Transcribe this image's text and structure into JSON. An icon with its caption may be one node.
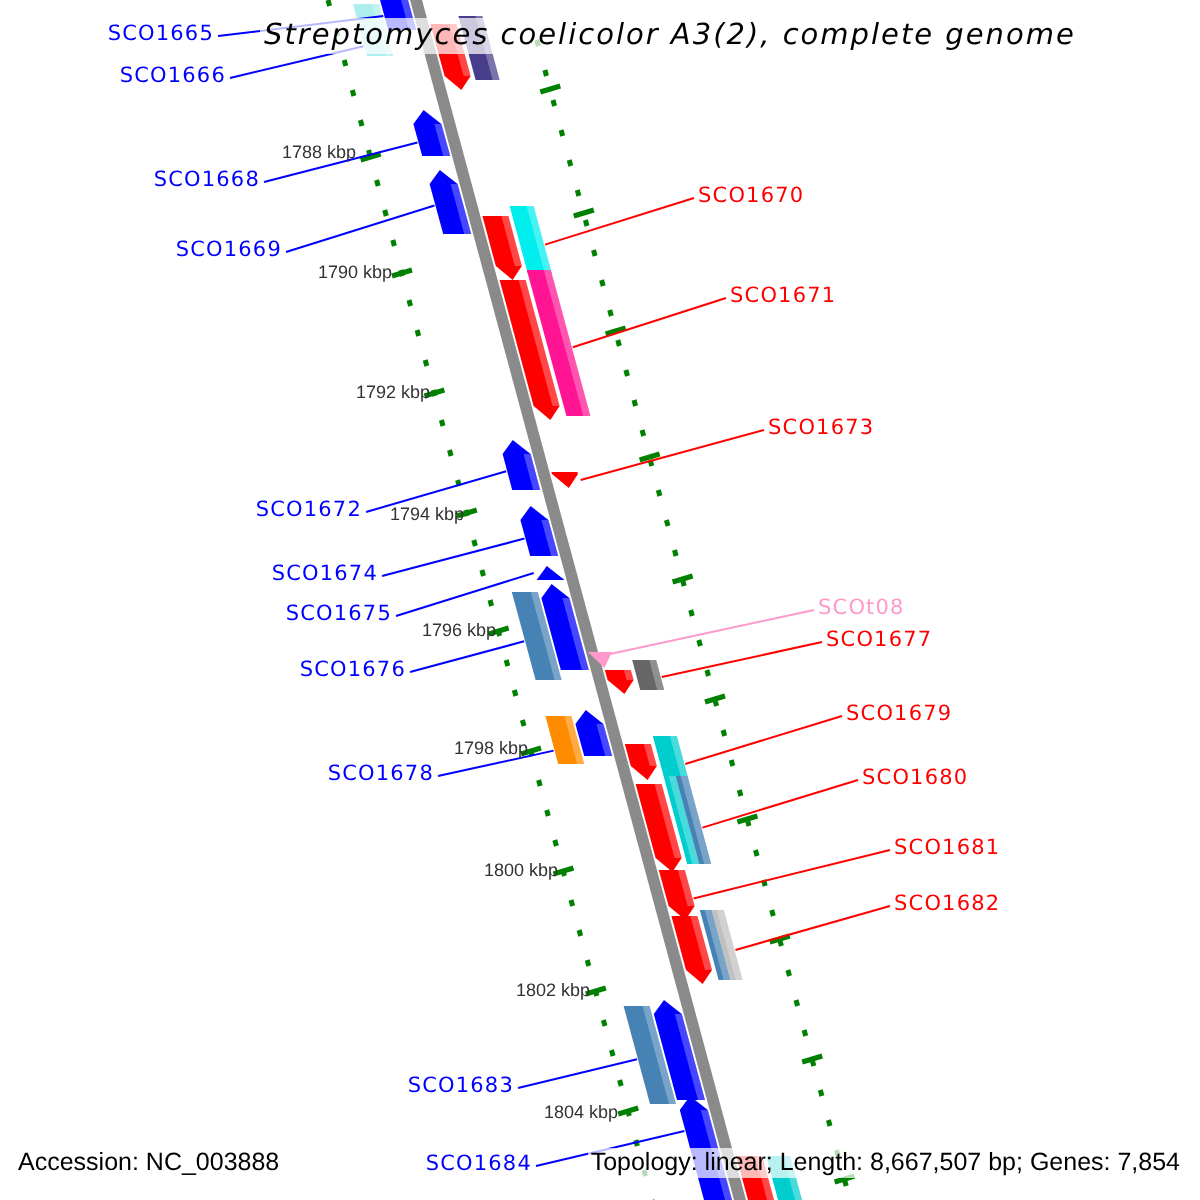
{
  "diagram": {
    "title": "Streptomyces coelicolor A3(2), complete genome",
    "nodes": [
      {
        "text": [
          "SCO1665"
        ]
      },
      {
        "text": [
          "SCO1666"
        ]
      },
      {
        "text": [
          "SCO1668"
        ]
      },
      {
        "text": [
          "SCO1670"
        ]
      },
      {
        "text": [
          "SCO1669"
        ]
      },
      {
        "text": [
          "SCO1671"
        ]
      },
      {
        "text": [
          "SCO1673"
        ]
      },
      {
        "text": [
          "SCO1672"
        ]
      },
      {
        "text": [
          "SCO1674"
        ]
      },
      {
        "text": [
          "SCOt08"
        ]
      },
      {
        "text": [
          "SCO1675"
        ]
      },
      {
        "text": [
          "SCO1677"
        ]
      },
      {
        "text": [
          "SCO1676"
        ]
      },
      {
        "text": [
          "SCO1679"
        ]
      },
      {
        "text": [
          "SCO1678"
        ]
      },
      {
        "text": [
          "SCO1680"
        ]
      },
      {
        "text": [
          "SCO1681"
        ]
      },
      {
        "text": [
          "SCO1682"
        ]
      },
      {
        "text": [
          "SCO1683"
        ]
      },
      {
        "text": [
          "SCO1684"
        ]
      },
      {
        "text": [],
        "shape": "arrow"
      },
      {
        "text": [],
        "shape": "box"
      },
      {
        "text": [],
        "shape": "box"
      },
      {
        "text": [],
        "shape": "arrow"
      },
      {
        "text": [],
        "shape": "arrow"
      },
      {
        "text": [],
        "shape": "arrow"
      },
      {
        "text": [],
        "shape": "box"
      },
      {
        "text": [],
        "shape": "arrow"
      },
      {
        "text": [],
        "shape": "box"
      },
      {
        "text": [],
        "shape": "arrow"
      },
      {
        "text": [],
        "shape": "arrow"
      },
      {
        "text": [],
        "shape": "arrow"
      },
      {
        "text": [],
        "shape": "arrow"
      },
      {
        "text": [],
        "shape": "arrow"
      },
      {
        "text": [],
        "shape": "arrow"
      },
      {
        "text": [],
        "shape": "box"
      },
      {
        "text": [],
        "shape": "triangle"
      },
      {
        "text": [],
        "shape": "box"
      },
      {
        "text": [],
        "shape": "arrow"
      },
      {
        "text": [],
        "shape": "arrow"
      },
      {
        "text": [],
        "shape": "box"
      },
      {
        "text": [],
        "shape": "box"
      },
      {
        "text": [],
        "shape": "arrow"
      },
      {
        "text": [],
        "shape": "box"
      },
      {
        "text": [],
        "shape": "box"
      },
      {
        "text": [],
        "shape": "arrow"
      },
      {
        "text": [],
        "shape": "arrow"
      },
      {
        "text": [],
        "shape": "box"
      },
      {
        "text": [],
        "shape": "box"
      },
      {
        "text": [],
        "shape": "arrow"
      },
      {
        "text": [],
        "shape": "arrow"
      },
      {
        "text": [],
        "shape": "box"
      },
      {
        "text": [],
        "shape": "arrow"
      },
      {
        "text": [],
        "shape": "arrow"
      },
      {
        "text": [],
        "shape": "box"
      }
    ],
    "edges": [
      {
        "from": 0,
        "to": 20,
        "arrow": "none"
      },
      {
        "from": 1,
        "to": 21,
        "arrow": "none"
      },
      {
        "from": 2,
        "to": 24,
        "arrow": "none"
      },
      {
        "from": 3,
        "to": 26,
        "arrow": "none",
        "color": "#ff0000"
      },
      {
        "from": 4,
        "to": 25,
        "arrow": "none"
      },
      {
        "from": 5,
        "to": 28,
        "arrow": "none",
        "color": "#ff0000"
      },
      {
        "from": 6,
        "to": 31,
        "arrow": "none",
        "color": "#ff0000"
      },
      {
        "from": 7,
        "to": 30,
        "arrow": "none"
      },
      {
        "from": 8,
        "to": 32,
        "arrow": "none"
      },
      {
        "from": 9,
        "to": 36,
        "arrow": "none",
        "color": "#ff99cc"
      },
      {
        "from": 10,
        "to": 33,
        "arrow": "none"
      },
      {
        "from": 11,
        "to": 37,
        "arrow": "none",
        "color": "#ff0000"
      },
      {
        "from": 12,
        "to": 35,
        "arrow": "none"
      },
      {
        "from": 13,
        "to": 41,
        "arrow": "none",
        "color": "#ff0000"
      },
      {
        "from": 14,
        "to": 40,
        "arrow": "none"
      },
      {
        "from": 15,
        "to": 44,
        "arrow": "none",
        "color": "#ff0000"
      },
      {
        "from": 16,
        "to": 46,
        "arrow": "none",
        "color": "#ff0000"
      },
      {
        "from": 17,
        "to": 48,
        "arrow": "none",
        "color": "#ff0000"
      },
      {
        "from": 18,
        "to": 51,
        "arrow": "none"
      },
      {
        "from": 19,
        "to": 52,
        "arrow": "none"
      }
    ],
    "labels": [
      "1788 kbp",
      "1790 kbp",
      "1792 kbp",
      "1794 kbp",
      "1796 kbp",
      "1798 kbp",
      "1800 kbp",
      "1802 kbp",
      "1804 kbp",
      "Accession: NC_003888",
      "Topology: linear; Length: 8,667,507 bp; Genes: 7,854"
    ]
  }
}
